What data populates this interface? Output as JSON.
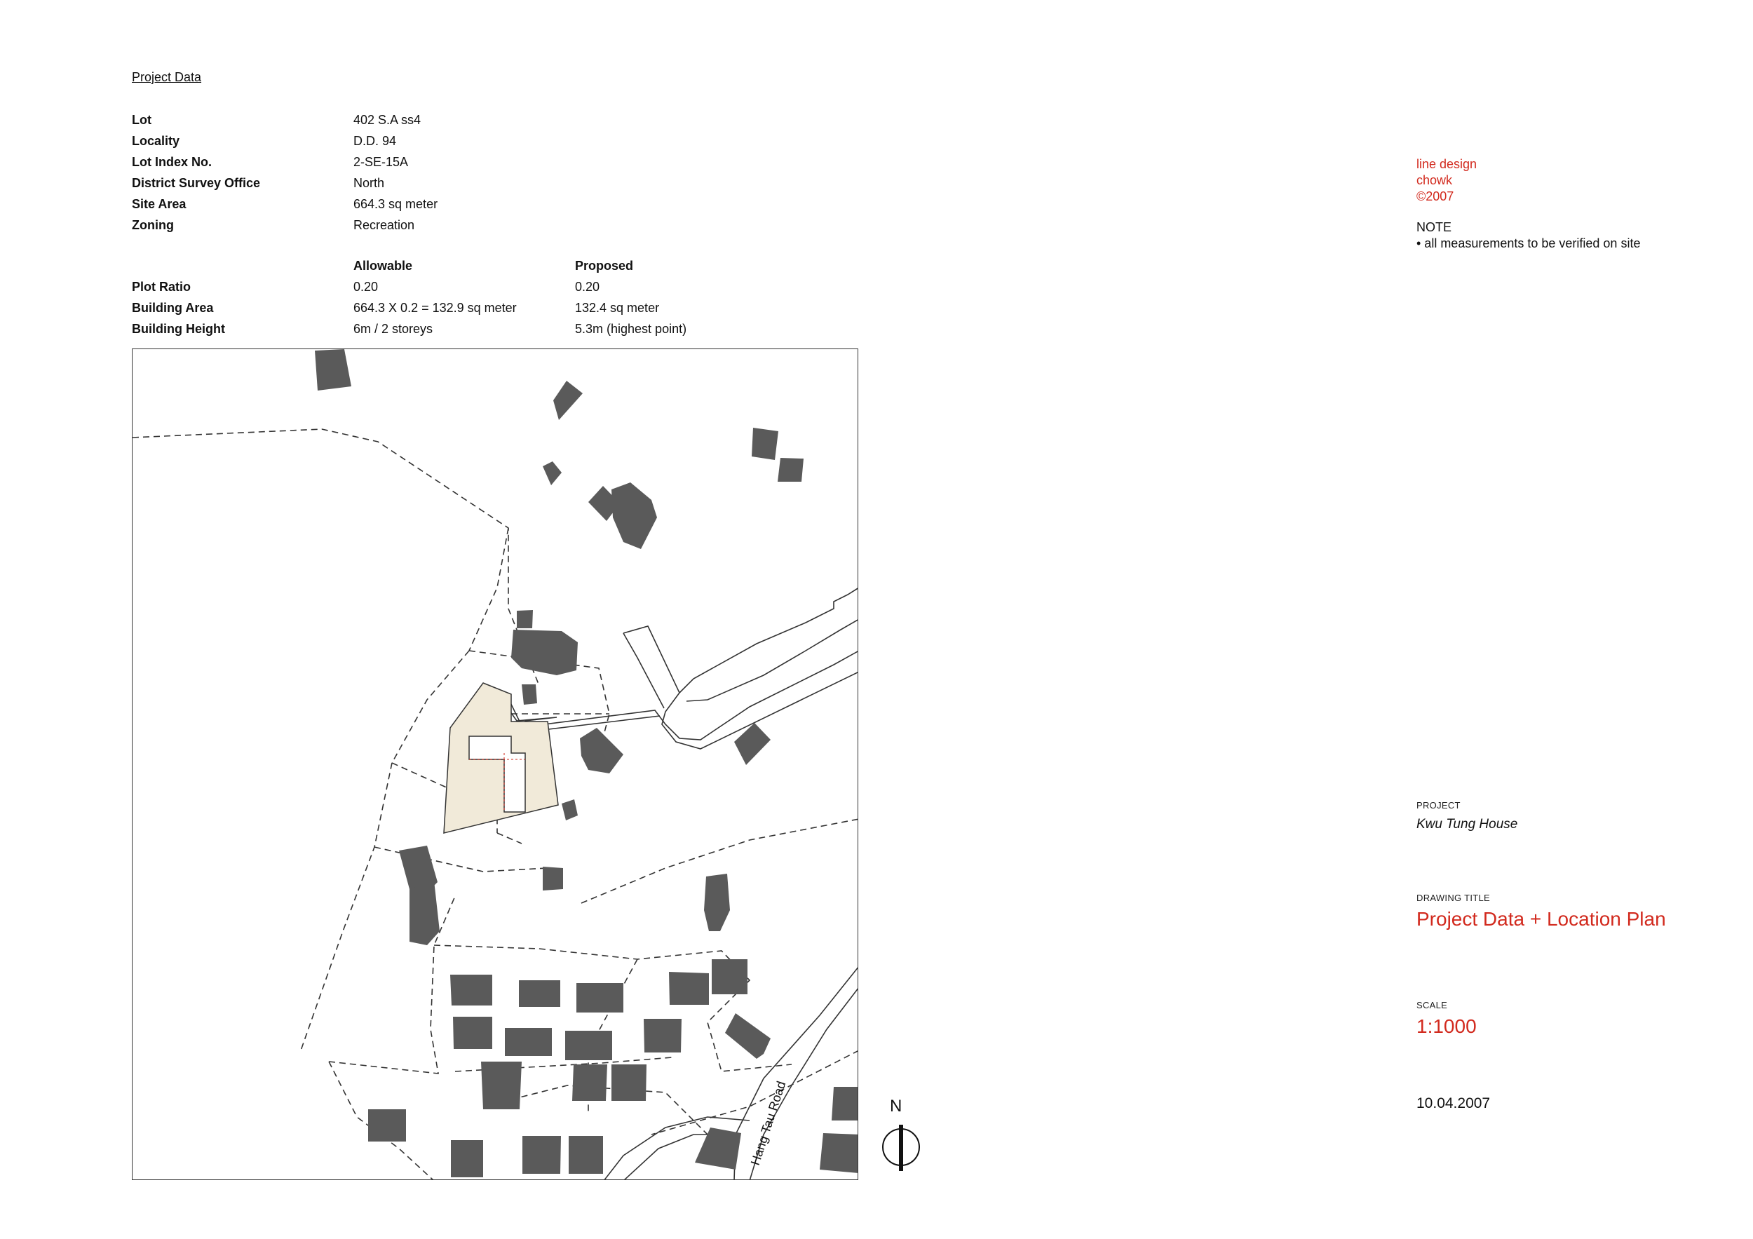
{
  "project_data": {
    "heading": "Project Data",
    "rows": [
      {
        "label": "Lot",
        "value": "402 S.A ss4"
      },
      {
        "label": "Locality",
        "value": "D.D. 94"
      },
      {
        "label": "Lot Index No.",
        "value": "2-SE-15A"
      },
      {
        "label": "District Survey Office",
        "value": "North"
      },
      {
        "label": "Site Area",
        "value": "664.3 sq meter"
      },
      {
        "label": "Zoning",
        "value": "Recreation"
      }
    ],
    "comparison": {
      "col_allowable": "Allowable",
      "col_proposed": "Proposed",
      "rows": [
        {
          "label": "Plot Ratio",
          "allowable": "0.20",
          "proposed": "0.20"
        },
        {
          "label": "Building Area",
          "allowable": "664.3 X 0.2 = 132.9 sq meter",
          "proposed": "132.4 sq meter"
        },
        {
          "label": "Building Height",
          "allowable": "6m / 2 storeys",
          "proposed": "5.3m (highest point)"
        }
      ]
    }
  },
  "credits": {
    "line1": "line design",
    "line2": "chowk",
    "line3": "©2007"
  },
  "note": {
    "title": "NOTE",
    "item": "• all measurements to be verified on site"
  },
  "titleblock": {
    "project_label": "PROJECT",
    "project_name": "Kwu Tung House",
    "drawing_title_label": "DRAWING TITLE",
    "drawing_title": "Project Data + Location Plan",
    "scale_label": "SCALE",
    "scale": "1:1000",
    "date": "10.04.2007"
  },
  "map": {
    "road_label": "Hang Tau Road",
    "north_label": "N",
    "colors": {
      "building": "#5a5a5a",
      "site": "#f1ead9",
      "line": "#333333"
    }
  }
}
